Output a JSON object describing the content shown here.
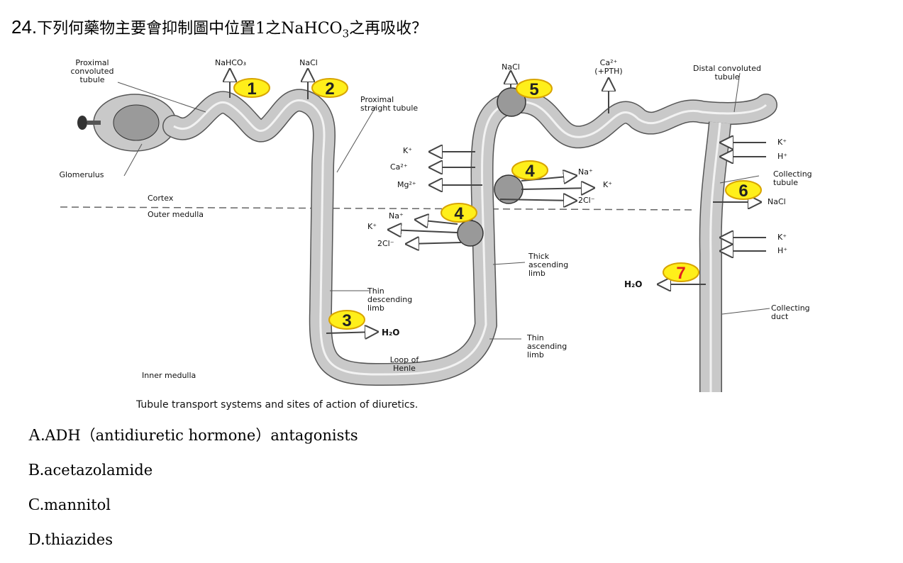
{
  "question": {
    "number": "24.",
    "text_before": "下列何藥物主要會抑制圖中位置1之NaHCO",
    "subscript": "3",
    "text_after": "之再吸收？"
  },
  "figure": {
    "caption": "Tubule transport systems and sites of action of diuretics.",
    "labels": {
      "proximal_convoluted_1": "Proximal",
      "proximal_convoluted_2": "convoluted",
      "proximal_convoluted_3": "tubule",
      "glomerulus": "Glomerulus",
      "nahco3": "NaHCO₃",
      "nacl_1": "NaCl",
      "proximal_straight_1": "Proximal",
      "proximal_straight_2": "straight tubule",
      "nacl_5": "NaCl",
      "ca_pth_1": "Ca²⁺",
      "ca_pth_2": "(+PTH)",
      "distal_1": "Distal convoluted",
      "distal_2": "tubule",
      "k_up": "K⁺",
      "ca_up": "Ca²⁺",
      "mg_up": "Mg²⁺",
      "na_up": "Na⁺",
      "k_up2": "K⁺",
      "cl_up": "2Cl⁻",
      "cortex": "Cortex",
      "outer_medulla": "Outer medulla",
      "na_low": "Na⁺",
      "k_low": "K⁺",
      "cl_low": "2Cl⁻",
      "thick_1": "Thick",
      "thick_2": "ascending",
      "thick_3": "limb",
      "thin_desc_1": "Thin",
      "thin_desc_2": "descending",
      "thin_desc_3": "limb",
      "h2o_3": "H₂O",
      "loop_1": "Loop of",
      "loop_2": "Henle",
      "thin_asc_1": "Thin",
      "thin_asc_2": "ascending",
      "thin_asc_3": "limb",
      "inner_medulla": "Inner medulla",
      "k_ct": "K⁺",
      "h_ct": "H⁺",
      "collecting_tubule_1": "Collecting",
      "collecting_tubule_2": "tubule",
      "nacl_6": "NaCl",
      "k_cd": "K⁺",
      "h_cd": "H⁺",
      "h2o_7": "H₂O",
      "collecting_duct_1": "Collecting",
      "collecting_duct_2": "duct"
    },
    "badges": [
      "1",
      "2",
      "3",
      "4",
      "4",
      "5",
      "6",
      "7"
    ],
    "colors": {
      "badge_fill": "#ffef1a",
      "badge_stroke": "#d8a400",
      "tubule": "#c9c9c9",
      "badge_text_red": "#e02020"
    }
  },
  "options": [
    {
      "letter": "A.",
      "text": "ADH（antidiuretic hormone）antagonists"
    },
    {
      "letter": "B.",
      "text": "acetazolamide"
    },
    {
      "letter": "C.",
      "text": "mannitol"
    },
    {
      "letter": "D.",
      "text": "thiazides"
    }
  ]
}
